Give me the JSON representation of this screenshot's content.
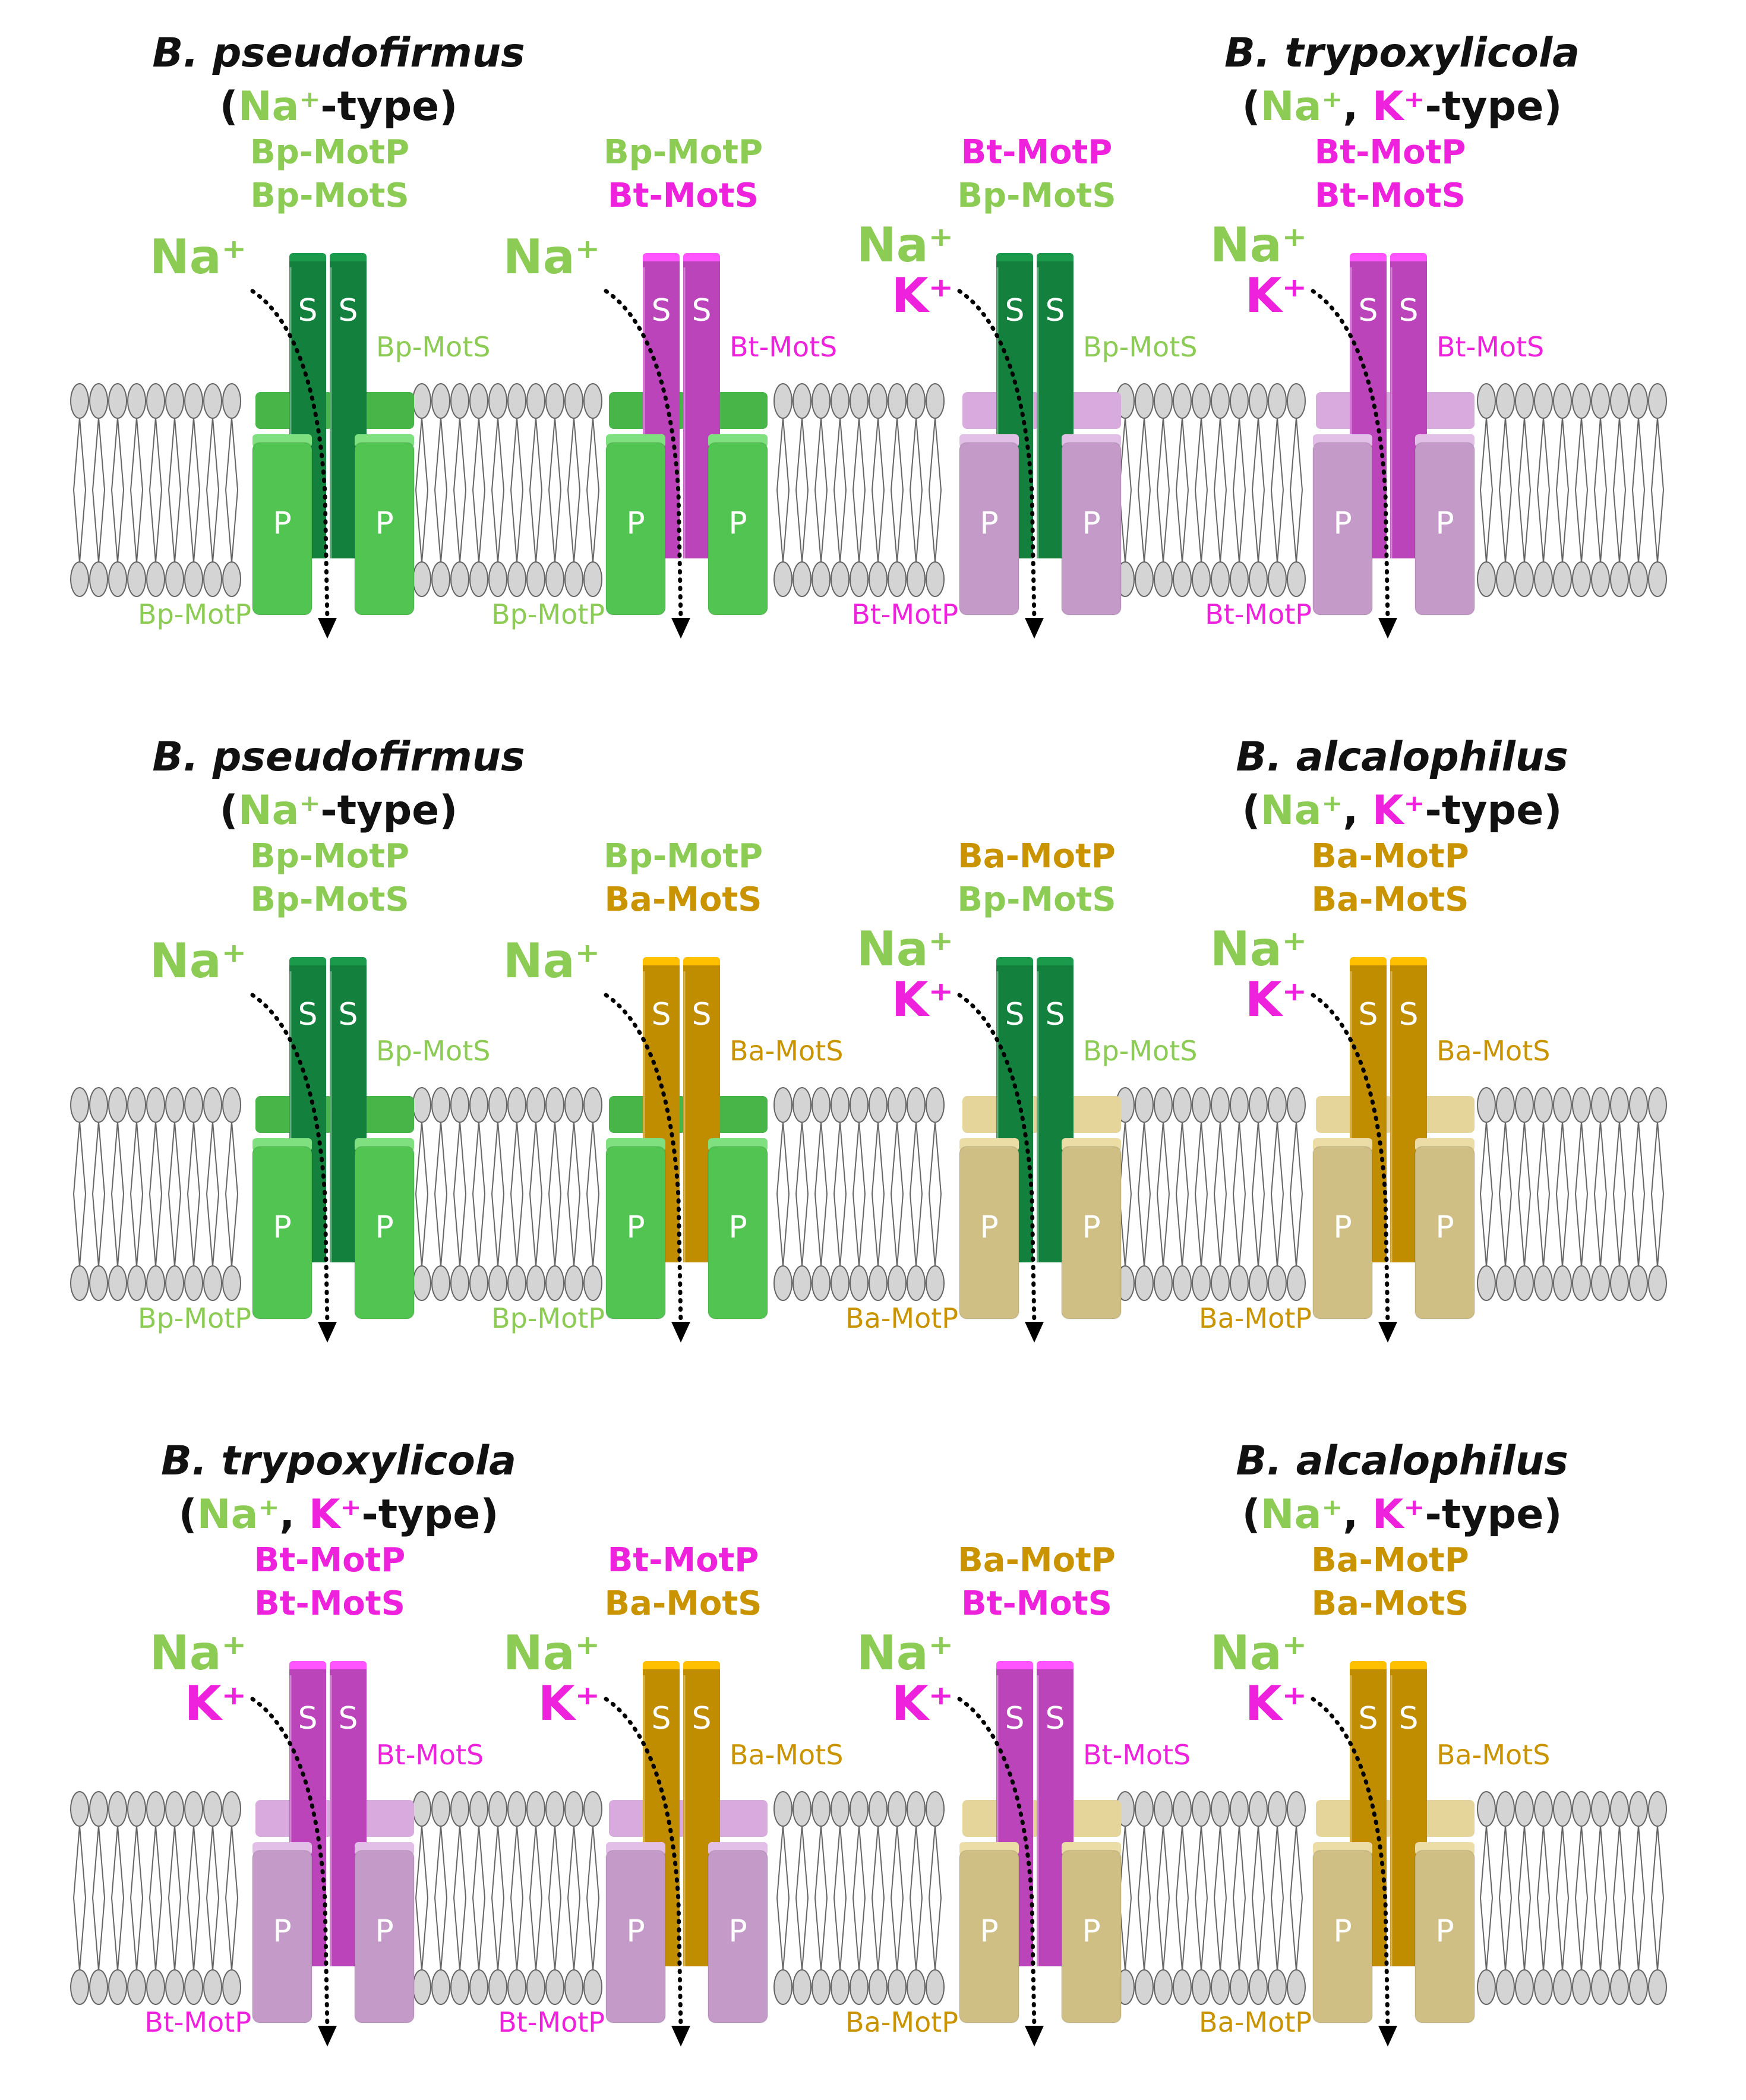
{
  "colors": {
    "na": "#8ccc55",
    "k": "#ee22dd",
    "ba": "#c99400",
    "text_dark": "#111111",
    "membrane_fill": "#d4d4d4",
    "membrane_stroke": "#666666",
    "species": {
      "Bp": {
        "p_front": "#52c452",
        "p_top": "#7fe07f",
        "p_back": "#47b547",
        "s_body": "#13803d",
        "s_top": "#1a9a4a",
        "text": "#8ccc55"
      },
      "Bt": {
        "p_front": "#c49ac9",
        "p_top": "#e2bfe6",
        "p_back": "#d9aade",
        "s_body": "#bb44bb",
        "s_top": "#ff55ff",
        "text": "#ee22dd"
      },
      "Ba": {
        "p_front": "#cfbf84",
        "p_top": "#ecdca6",
        "p_back": "#e6d59a",
        "s_body": "#c08d00",
        "s_top": "#ffc000",
        "text": "#c99400"
      }
    }
  },
  "icons": [
    "ion-flow-arrow",
    "membrane-lipid-bilayer"
  ],
  "rows": [
    {
      "left_species": {
        "name": "B. pseudofirmus",
        "type_open": "(",
        "ion1": "Na⁺",
        "sep": "",
        "ion2": "",
        "type_close": "-type)"
      },
      "right_species": {
        "name": "B. trypoxylicola",
        "type_open": "(",
        "ion1": "Na⁺",
        "sep": ", ",
        "ion2": "K⁺",
        "type_close": "-type)"
      },
      "complexes": [
        {
          "motp": "Bp",
          "mots": "Bp",
          "line1": "Bp-MotP",
          "line2": "Bp-MotS",
          "ion_na": "Na⁺",
          "ion_k": "",
          "mots_label": "Bp-MotS",
          "motp_label": "Bp-MotP",
          "s_letter": "S",
          "p_letter": "P"
        },
        {
          "motp": "Bp",
          "mots": "Bt",
          "line1": "Bp-MotP",
          "line2": "Bt-MotS",
          "ion_na": "Na⁺",
          "ion_k": "",
          "mots_label": "Bt-MotS",
          "motp_label": "Bp-MotP",
          "s_letter": "S",
          "p_letter": "P"
        },
        {
          "motp": "Bt",
          "mots": "Bp",
          "line1": "Bt-MotP",
          "line2": "Bp-MotS",
          "ion_na": "Na⁺",
          "ion_k": "K⁺",
          "mots_label": "Bp-MotS",
          "motp_label": "Bt-MotP",
          "s_letter": "S",
          "p_letter": "P"
        },
        {
          "motp": "Bt",
          "mots": "Bt",
          "line1": "Bt-MotP",
          "line2": "Bt-MotS",
          "ion_na": "Na⁺",
          "ion_k": "K⁺",
          "mots_label": "Bt-MotS",
          "motp_label": "Bt-MotP",
          "s_letter": "S",
          "p_letter": "P"
        }
      ]
    },
    {
      "left_species": {
        "name": "B. pseudofirmus",
        "type_open": "(",
        "ion1": "Na⁺",
        "sep": "",
        "ion2": "",
        "type_close": "-type)"
      },
      "right_species": {
        "name": "B. alcalophilus",
        "type_open": "(",
        "ion1": "Na⁺",
        "sep": ", ",
        "ion2": "K⁺",
        "type_close": "-type)"
      },
      "complexes": [
        {
          "motp": "Bp",
          "mots": "Bp",
          "line1": "Bp-MotP",
          "line2": "Bp-MotS",
          "ion_na": "Na⁺",
          "ion_k": "",
          "mots_label": "Bp-MotS",
          "motp_label": "Bp-MotP",
          "s_letter": "S",
          "p_letter": "P"
        },
        {
          "motp": "Bp",
          "mots": "Ba",
          "line1": "Bp-MotP",
          "line2": "Ba-MotS",
          "ion_na": "Na⁺",
          "ion_k": "",
          "mots_label": "Ba-MotS",
          "motp_label": "Bp-MotP",
          "s_letter": "S",
          "p_letter": "P"
        },
        {
          "motp": "Ba",
          "mots": "Bp",
          "line1": "Ba-MotP",
          "line2": "Bp-MotS",
          "ion_na": "Na⁺",
          "ion_k": "K⁺",
          "mots_label": "Bp-MotS",
          "motp_label": "Ba-MotP",
          "s_letter": "S",
          "p_letter": "P"
        },
        {
          "motp": "Ba",
          "mots": "Ba",
          "line1": "Ba-MotP",
          "line2": "Ba-MotS",
          "ion_na": "Na⁺",
          "ion_k": "K⁺",
          "mots_label": "Ba-MotS",
          "motp_label": "Ba-MotP",
          "s_letter": "S",
          "p_letter": "P"
        }
      ]
    },
    {
      "left_species": {
        "name": "B. trypoxylicola",
        "type_open": "(",
        "ion1": "Na⁺",
        "sep": ", ",
        "ion2": "K⁺",
        "type_close": "-type)"
      },
      "right_species": {
        "name": "B. alcalophilus",
        "type_open": "(",
        "ion1": "Na⁺",
        "sep": ", ",
        "ion2": "K⁺",
        "type_close": "-type)"
      },
      "complexes": [
        {
          "motp": "Bt",
          "mots": "Bt",
          "line1": "Bt-MotP",
          "line2": "Bt-MotS",
          "ion_na": "Na⁺",
          "ion_k": "K⁺",
          "mots_label": "Bt-MotS",
          "motp_label": "Bt-MotP",
          "s_letter": "S",
          "p_letter": "P"
        },
        {
          "motp": "Bt",
          "mots": "Ba",
          "line1": "Bt-MotP",
          "line2": "Ba-MotS",
          "ion_na": "Na⁺",
          "ion_k": "K⁺",
          "mots_label": "Ba-MotS",
          "motp_label": "Bt-MotP",
          "s_letter": "S",
          "p_letter": "P"
        },
        {
          "motp": "Ba",
          "mots": "Bt",
          "line1": "Ba-MotP",
          "line2": "Bt-MotS",
          "ion_na": "Na⁺",
          "ion_k": "K⁺",
          "mots_label": "Bt-MotS",
          "motp_label": "Ba-MotP",
          "s_letter": "S",
          "p_letter": "P"
        },
        {
          "motp": "Ba",
          "mots": "Ba",
          "line1": "Ba-MotP",
          "line2": "Ba-MotS",
          "ion_na": "Na⁺",
          "ion_k": "K⁺",
          "mots_label": "Ba-MotS",
          "motp_label": "Ba-MotP",
          "s_letter": "S",
          "p_letter": "P"
        }
      ]
    }
  ]
}
